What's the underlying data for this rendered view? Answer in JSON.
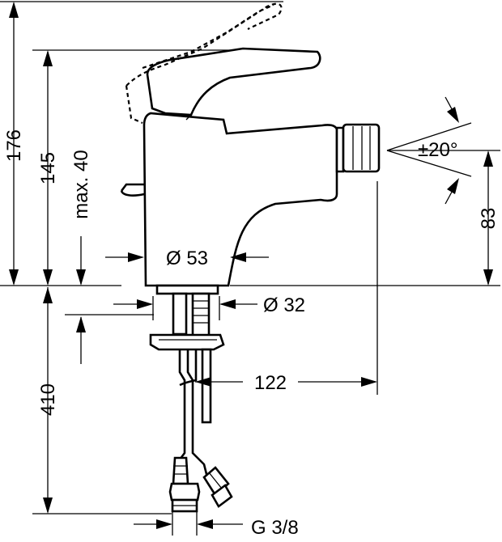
{
  "dimensions": {
    "total_height": "176",
    "spout_height": "145",
    "handle_travel": "max. 40",
    "body_diameter": "Ø 53",
    "shank_diameter": "Ø 32",
    "nozzle_swivel": "±20°",
    "nozzle_height": "83",
    "hose_length": "410",
    "projection": "122",
    "connection_thread": "G 3/8"
  }
}
